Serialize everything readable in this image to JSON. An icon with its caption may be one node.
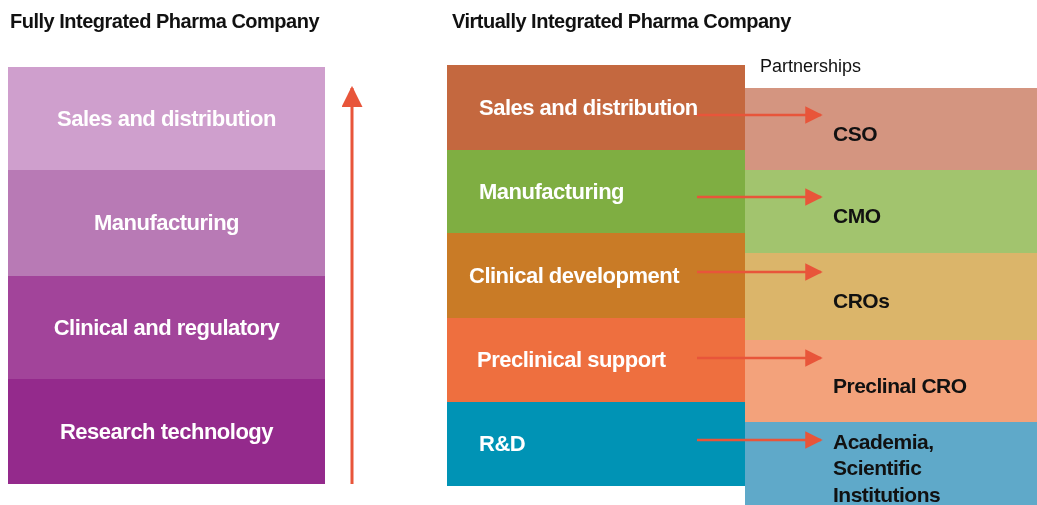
{
  "diagram": {
    "nodes": [
      {
        "text": [
          "Sales and distribution"
        ]
      },
      {
        "text": [
          "Manufacturing"
        ]
      },
      {
        "text": [
          "Clinical and regulatory"
        ]
      },
      {
        "text": [
          "Research technology"
        ]
      },
      {
        "text": [
          "Sales and distribution"
        ]
      },
      {
        "text": [
          "Manufacturing"
        ]
      },
      {
        "text": [
          "Clinical development"
        ]
      },
      {
        "text": [
          "Preclinical support"
        ]
      },
      {
        "text": [
          "R&D"
        ]
      },
      {
        "text": [
          "CSO"
        ]
      },
      {
        "text": [
          "CMO"
        ]
      },
      {
        "text": [
          "CROs"
        ]
      },
      {
        "text": [
          "Preclinal CRO"
        ]
      },
      {
        "text": [
          "Academia, Scientific Institutions"
        ]
      }
    ],
    "edges": [
      {
        "from": 4,
        "to": 9,
        "arrow": "to"
      },
      {
        "from": 5,
        "to": 10,
        "arrow": "to"
      },
      {
        "from": 6,
        "to": 11,
        "arrow": "to"
      },
      {
        "from": 7,
        "to": 12,
        "arrow": "to"
      },
      {
        "from": 8,
        "to": 13,
        "arrow": "to"
      }
    ],
    "labels": [
      "Fully Integrated Pharma Company",
      "Virtually Integrated Pharma Company",
      "Partnerships"
    ]
  }
}
